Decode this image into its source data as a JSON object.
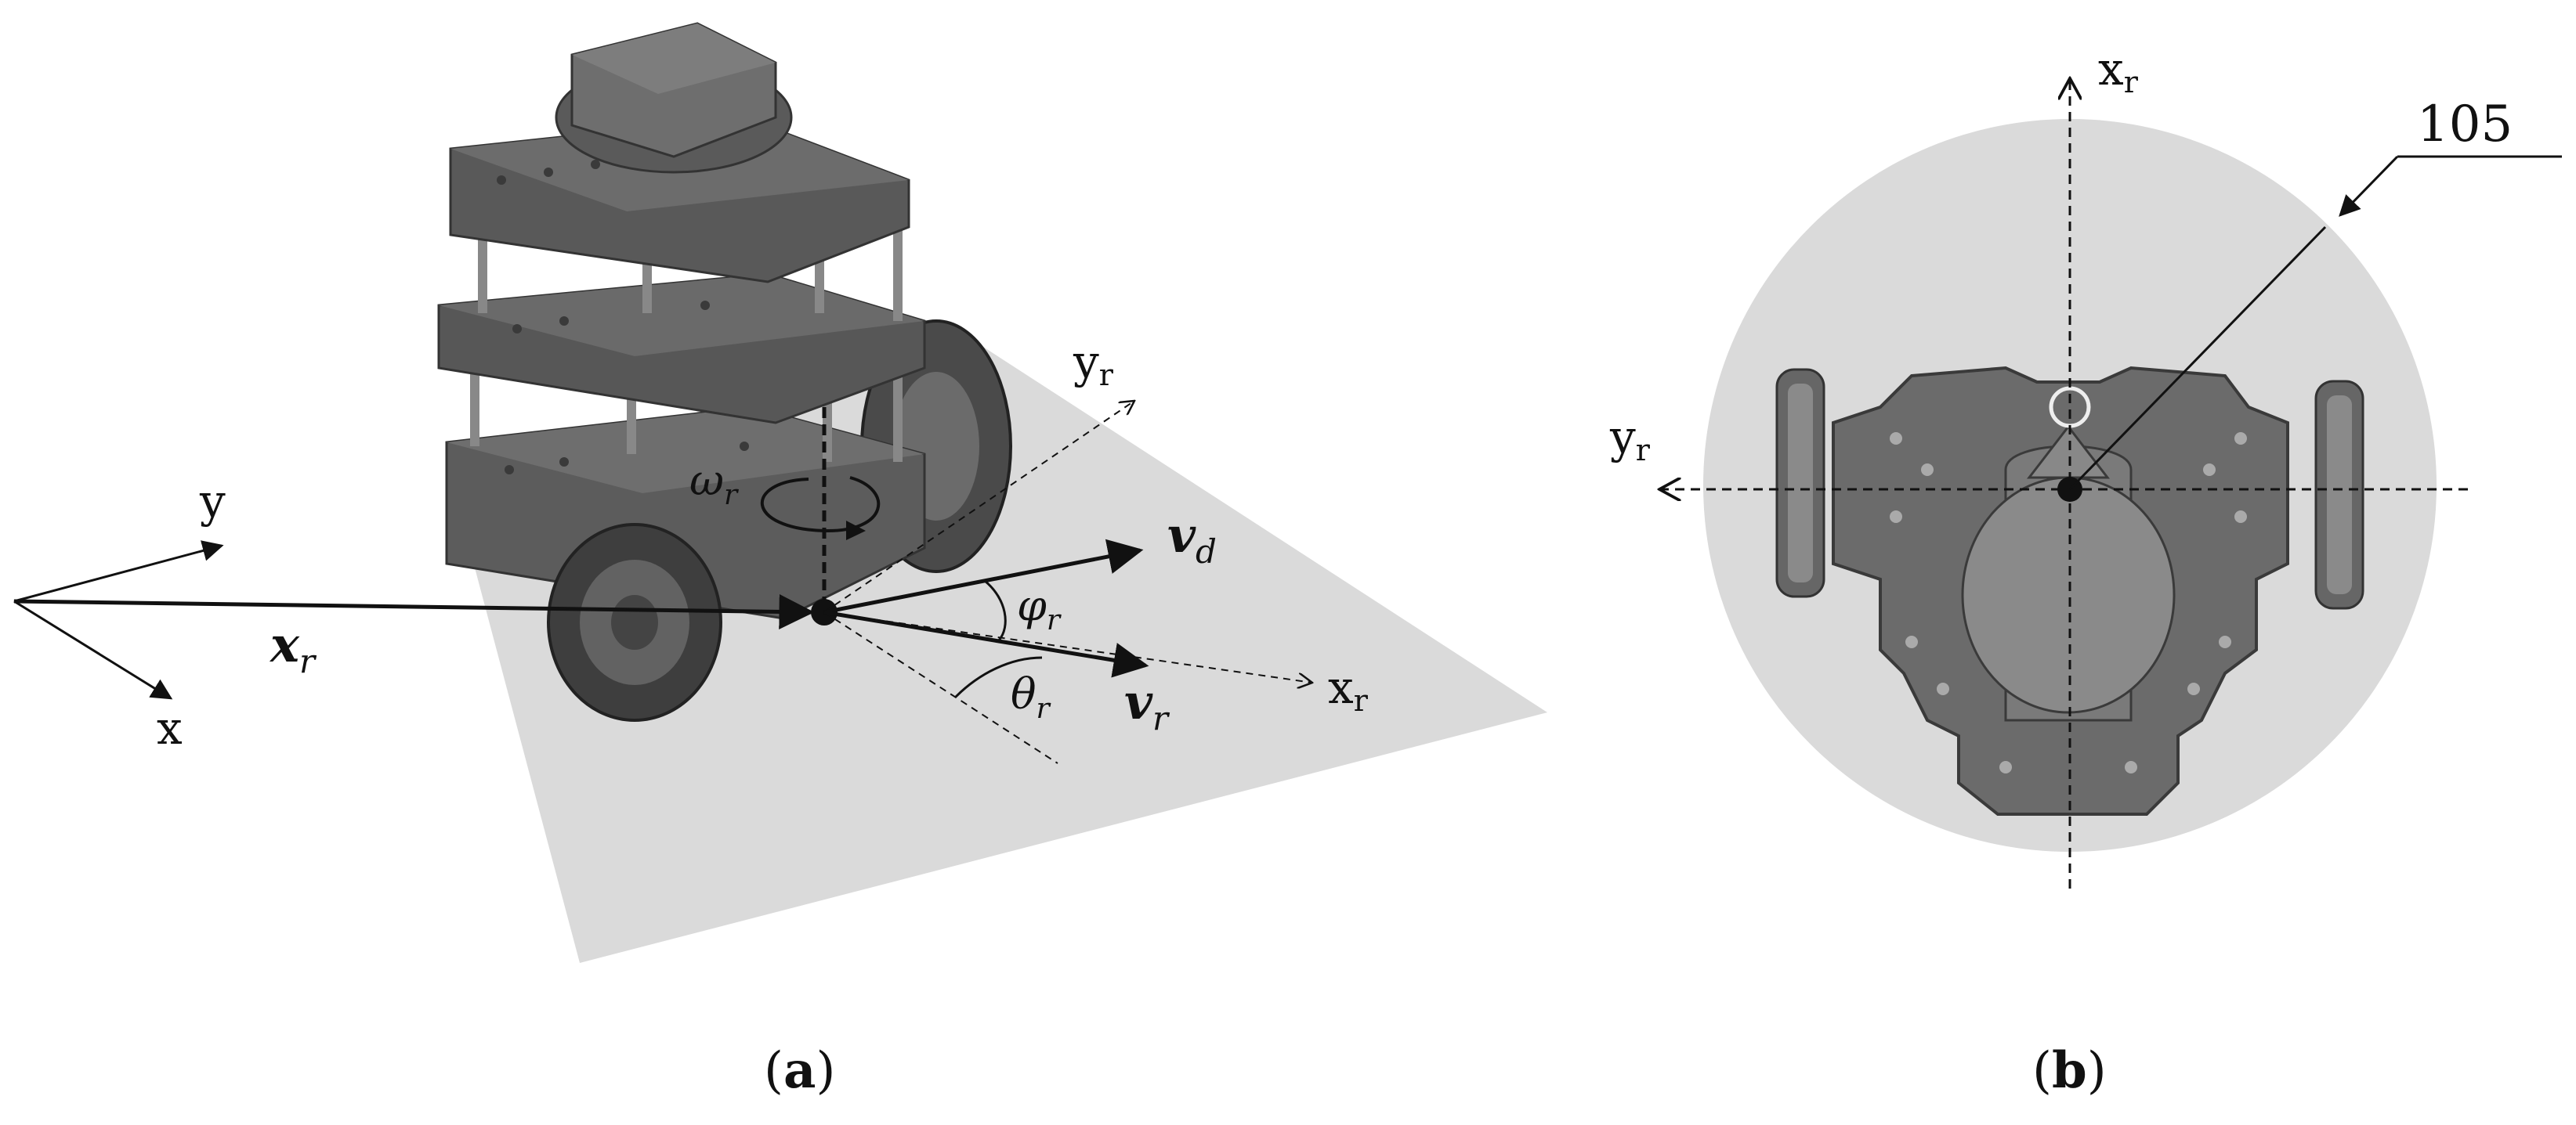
{
  "panel_a": {
    "caption_open": "(",
    "caption_letter": "a",
    "caption_close": ")",
    "axis_x": "x",
    "axis_y": "y",
    "robot_x": "x",
    "robot_y": "y",
    "sub_r": "r",
    "sub_d": "d",
    "omega": "ω",
    "phi": "φ",
    "theta": "θ",
    "vec_v": "v",
    "vec_x": "x"
  },
  "panel_b": {
    "caption_open": "(",
    "caption_letter": "b",
    "caption_close": ")",
    "axis_x": "x",
    "axis_y": "y",
    "sub_r": "r",
    "callout_number": "105"
  },
  "colors": {
    "plane": "#dadada",
    "robot_dark": "#555555",
    "robot_mid": "#777777",
    "ink": "#111111"
  }
}
